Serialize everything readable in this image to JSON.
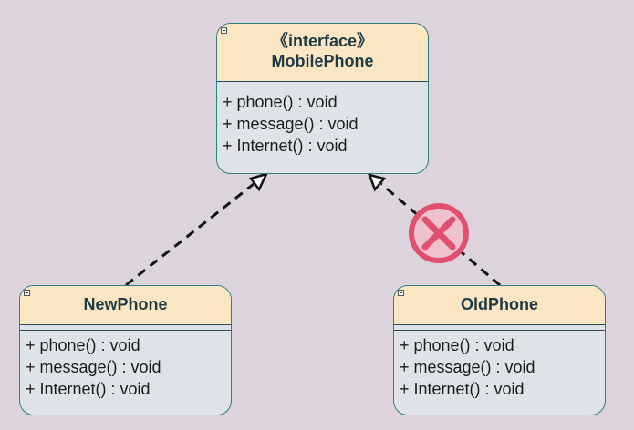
{
  "interface_class": {
    "stereotype": "《interface》",
    "name": "MobilePhone",
    "operations": [
      "+ phone() : void",
      "+ message() : void",
      "+ Internet() : void"
    ]
  },
  "new_class": {
    "name": "NewPhone",
    "operations": [
      "+ phone() : void",
      "+ message() : void",
      "+ Internet() : void"
    ]
  },
  "old_class": {
    "name": "OldPhone",
    "operations": [
      "+ phone() : void",
      "+ message() : void",
      "+ Internet() : void"
    ]
  },
  "colors": {
    "header_fill": "#fbe6c4",
    "body_fill": "#dde3e8",
    "border": "#2e7f7f",
    "background": "#dcd3dc",
    "cross_mark": "#e0516f"
  },
  "icons": {
    "realization_arrow": "hollow-triangle-dashed",
    "invalid_mark": "red-circle-x-icon"
  }
}
